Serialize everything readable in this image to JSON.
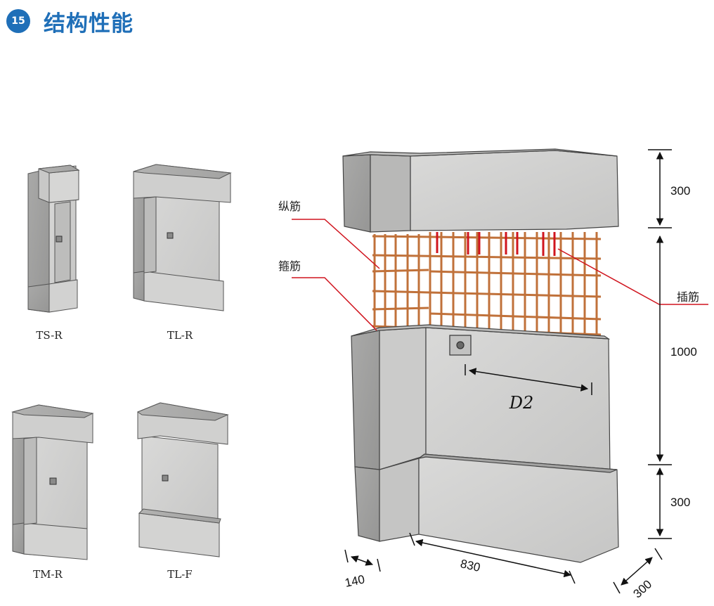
{
  "header": {
    "number": "15",
    "title": "结构性能",
    "accent_color": "#1f6fb8"
  },
  "specimens": {
    "ts_r": "TS-R",
    "tl_r": "TL-R",
    "tm_r": "TM-R",
    "tl_f": "TL-F"
  },
  "diagram": {
    "longitudinal_bar": "纵筋",
    "stirrup": "箍筋",
    "dowel_bar": "插筋",
    "d2": "D2",
    "dim_top": "300",
    "dim_middle": "1000",
    "dim_bottom": "300",
    "dim_thickness": "140",
    "dim_width": "830",
    "dim_depth": "300",
    "leader_color": "#d0141e",
    "rebar_color": "#c0713a"
  }
}
